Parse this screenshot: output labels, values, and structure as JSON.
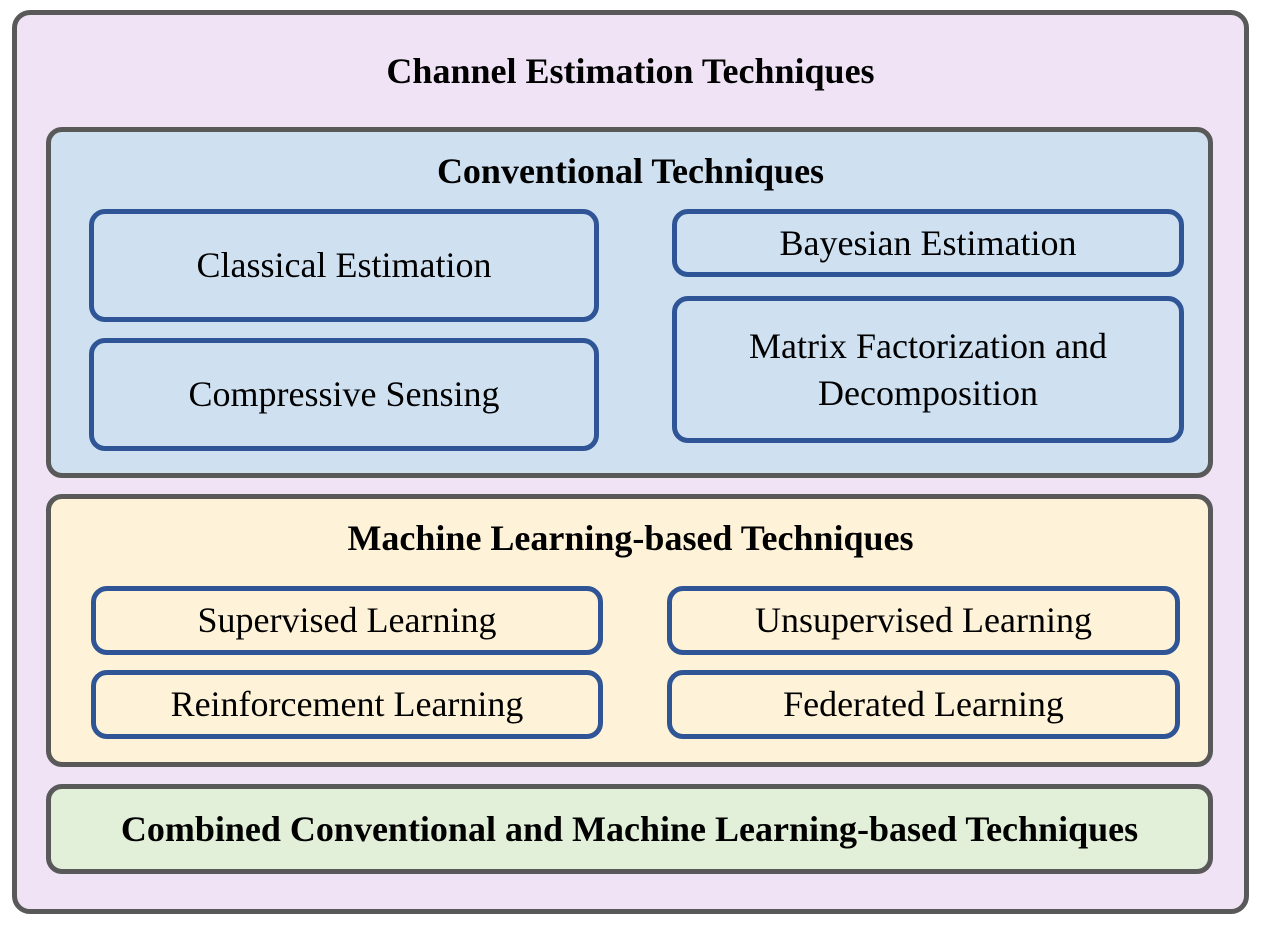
{
  "title": "Channel Estimation Techniques",
  "conventional": {
    "title": "Conventional Techniques",
    "items": [
      "Classical Estimation",
      "Compressive Sensing",
      "Bayesian Estimation",
      "Matrix Factorization and Decomposition"
    ]
  },
  "machine_learning": {
    "title": "Machine Learning-based Techniques",
    "items": [
      "Supervised Learning",
      "Reinforcement Learning",
      "Unsupervised Learning",
      "Federated Learning"
    ]
  },
  "combined": {
    "title": "Combined Conventional and Machine Learning-based Techniques"
  },
  "colors": {
    "outer_fill": "#efe3f5",
    "conventional_fill": "#cfe0f1",
    "ml_fill": "#fef2d8",
    "combined_fill": "#e2efd9",
    "group_border": "#595959",
    "item_border": "#2f5596"
  }
}
